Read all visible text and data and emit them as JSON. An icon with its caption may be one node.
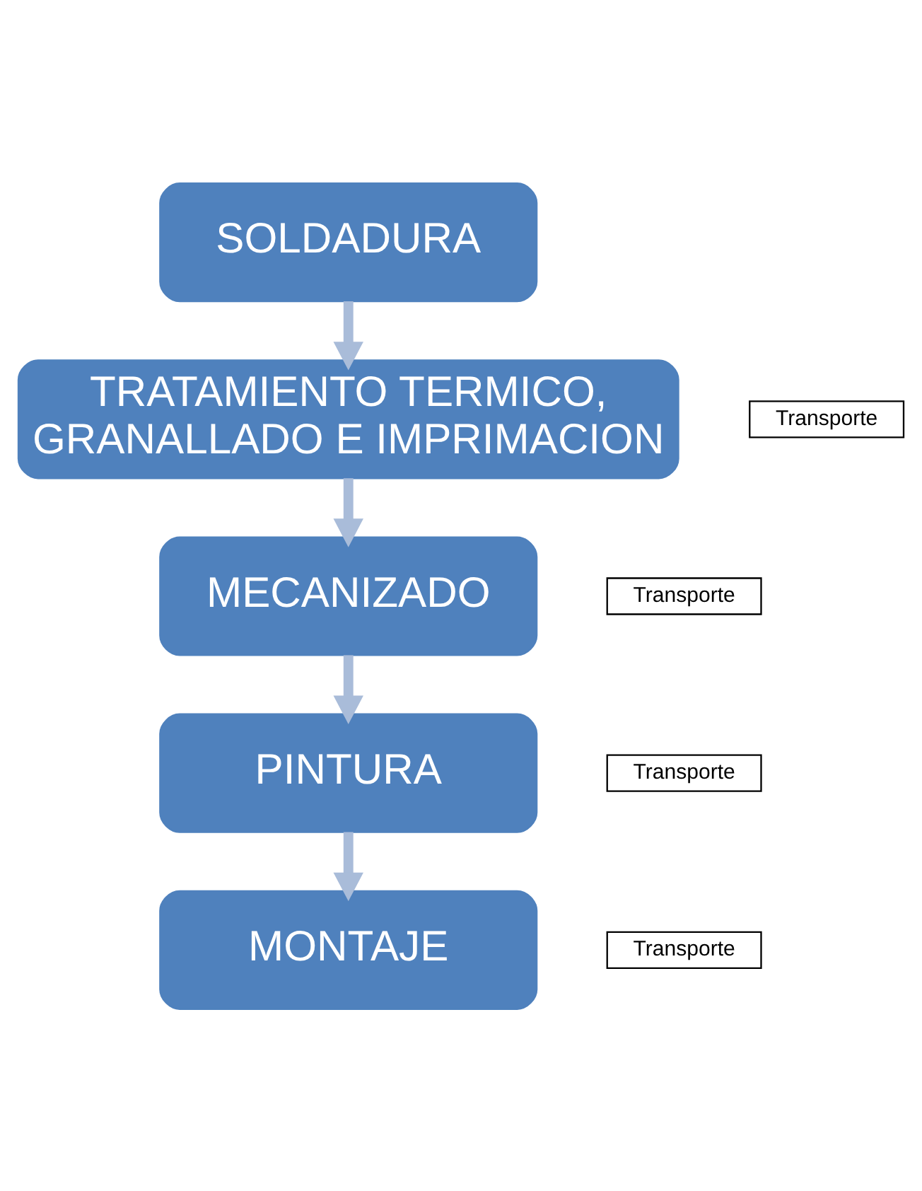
{
  "diagram": {
    "nodes": [
      {
        "text": [
          "SOLDADURA"
        ]
      },
      {
        "text": [
          "TRATAMIENTO TERMICO, GRANALLADO E IMPRIMACION"
        ]
      },
      {
        "text": [
          "MECANIZADO"
        ]
      },
      {
        "text": [
          "PINTURA"
        ]
      },
      {
        "text": [
          "MONTAJE"
        ]
      },
      {
        "text": [
          "Transporte"
        ]
      },
      {
        "text": [
          "Transporte"
        ]
      },
      {
        "text": [
          "Transporte"
        ]
      },
      {
        "text": [
          "Transporte"
        ]
      }
    ],
    "edges": [
      {
        "from": 0,
        "to": 1,
        "arrow": "to"
      },
      {
        "from": 1,
        "to": 2,
        "arrow": "to"
      },
      {
        "from": 2,
        "to": 3,
        "arrow": "to"
      },
      {
        "from": 3,
        "to": 4,
        "arrow": "to"
      }
    ]
  }
}
